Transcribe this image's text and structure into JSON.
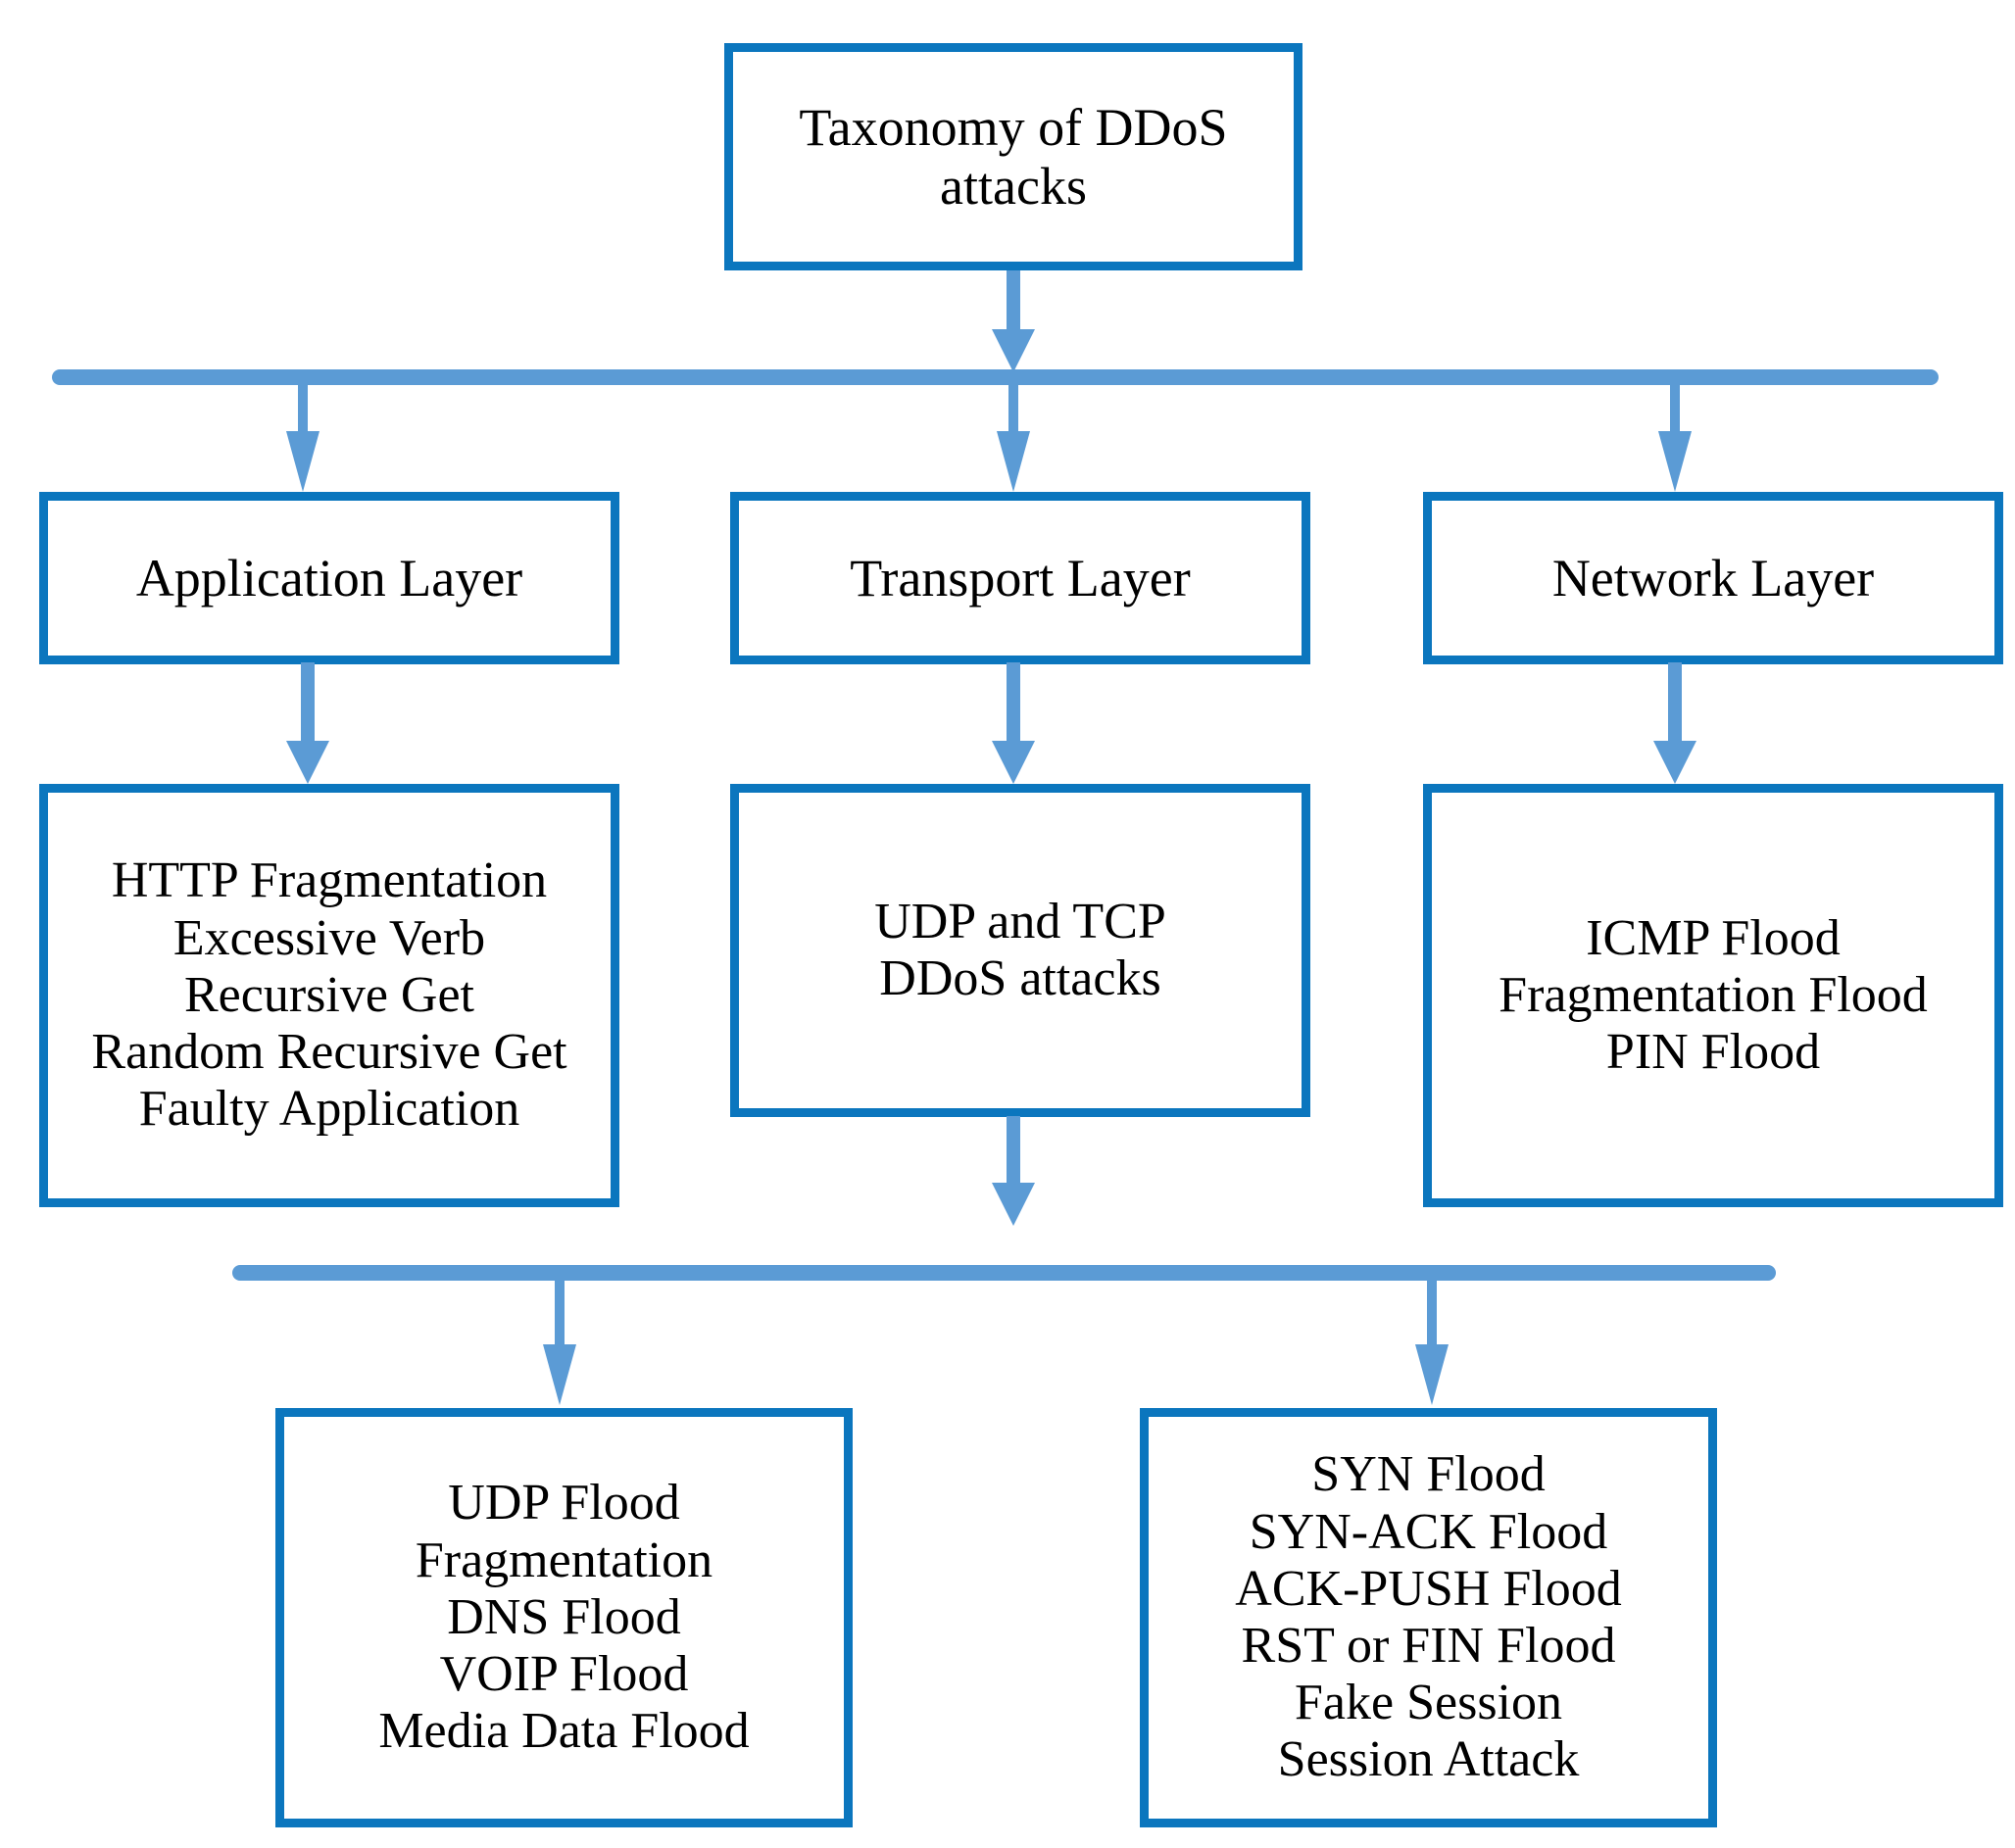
{
  "diagram": {
    "title": "Taxonomy of DDoS attacks",
    "colors": {
      "box_border": "#0b76be",
      "connector": "#5b9bd5",
      "text": "#000000",
      "background": "#ffffff"
    },
    "root": {
      "label_line_1": "Taxonomy of DDoS",
      "label_line_2": "attacks"
    },
    "layers": [
      {
        "label": "Application Layer"
      },
      {
        "label": "Transport Layer"
      },
      {
        "label": "Network Layer"
      }
    ],
    "application_attacks": {
      "items": [
        "HTTP Fragmentation",
        "Excessive Verb",
        "Recursive Get",
        "Random Recursive Get",
        "Faulty Application"
      ]
    },
    "transport_attacks": {
      "items": [
        "UDP and TCP",
        "DDoS attacks"
      ]
    },
    "network_attacks": {
      "items": [
        "ICMP Flood",
        "Fragmentation Flood",
        "PIN Flood"
      ]
    },
    "udp_attacks": {
      "items": [
        "UDP Flood",
        "Fragmentation",
        "DNS Flood",
        "VOIP Flood",
        "Media Data Flood"
      ]
    },
    "tcp_attacks": {
      "items": [
        "SYN Flood",
        "SYN-ACK Flood",
        "ACK-PUSH Flood",
        "RST or FIN Flood",
        "Fake Session",
        "Session Attack"
      ]
    }
  }
}
